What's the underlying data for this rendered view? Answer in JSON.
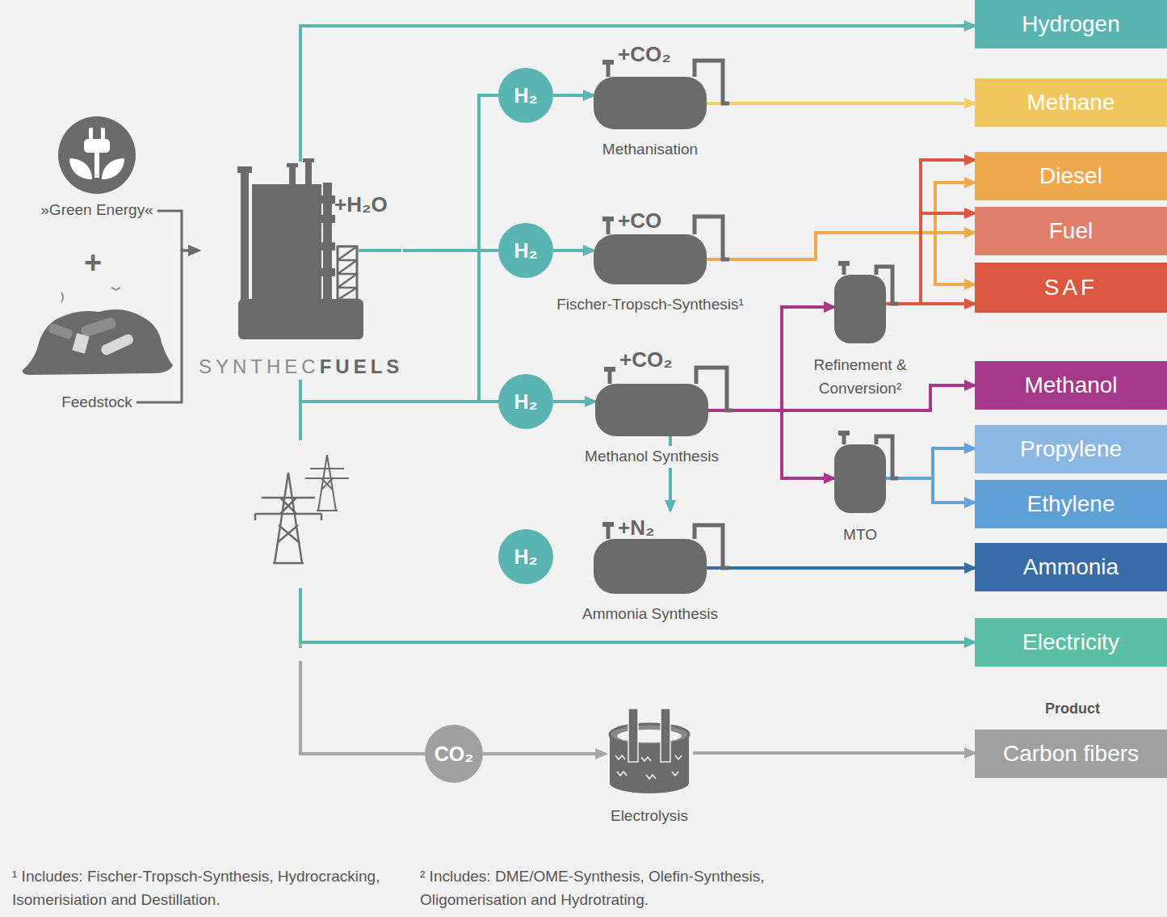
{
  "diagram": {
    "nodes": [
      {
        "text": [
          "»Green Energy«"
        ]
      },
      {
        "text": [
          "Feedstock"
        ]
      },
      {
        "text": [
          "+H₂O",
          "SYNTHEC",
          "FUELS"
        ]
      },
      {
        "text": [
          "Hydrogen"
        ]
      },
      {
        "text": [
          "H₂"
        ]
      },
      {
        "text": [
          "+CO₂",
          "Methanisation"
        ]
      },
      {
        "text": [
          "Methane"
        ]
      },
      {
        "text": [
          "H₂"
        ]
      },
      {
        "text": [
          "+CO",
          "Fischer-Tropsch-Synthesis¹"
        ]
      },
      {
        "text": [
          "Diesel"
        ]
      },
      {
        "text": [
          "Fuel"
        ]
      },
      {
        "text": [
          "SAF"
        ]
      },
      {
        "text": [
          "Refinement & Conversion²"
        ]
      },
      {
        "text": [
          "H₂"
        ]
      },
      {
        "text": [
          "+CO₂",
          "Methanol Synthesis"
        ]
      },
      {
        "text": [
          "Methanol"
        ]
      },
      {
        "text": [
          "Propylene"
        ]
      },
      {
        "text": [
          "MTO"
        ]
      },
      {
        "text": [
          "Ethylene"
        ]
      },
      {
        "text": [
          "H₂"
        ]
      },
      {
        "text": [
          "+N₂",
          "Ammonia Synthesis"
        ]
      },
      {
        "text": [
          "Ammonia"
        ]
      },
      {
        "text": [
          "Electricity"
        ]
      },
      {
        "text": [
          "CO₂"
        ]
      },
      {
        "text": [
          "Electrolysis"
        ]
      },
      {
        "text": [
          "Carbon fibers"
        ]
      }
    ],
    "edges": [
      {
        "from": 2,
        "to": 23,
        "arrow": "none"
      },
      {
        "from": 23,
        "to": 24,
        "arrow": "to"
      },
      {
        "from": 24,
        "to": 25,
        "arrow": "to"
      },
      {
        "from": 0,
        "to": 2,
        "arrow": "to"
      },
      {
        "from": 1,
        "to": 2,
        "arrow": "to"
      },
      {
        "from": 2,
        "to": 3,
        "arrow": "to"
      },
      {
        "from": 2,
        "to": 4,
        "arrow": "none"
      },
      {
        "from": 2,
        "to": 7,
        "arrow": "none"
      },
      {
        "from": 2,
        "to": 13,
        "arrow": "none"
      },
      {
        "from": 2,
        "to": 22,
        "arrow": "to"
      },
      {
        "from": 4,
        "to": 5,
        "arrow": "to"
      },
      {
        "from": 5,
        "to": 6,
        "arrow": "to"
      },
      {
        "from": 7,
        "to": 8,
        "arrow": "to"
      },
      {
        "from": 8,
        "to": 9,
        "arrow": "to"
      },
      {
        "from": 8,
        "to": 10,
        "arrow": "to"
      },
      {
        "from": 8,
        "to": 11,
        "arrow": "to"
      },
      {
        "from": 13,
        "to": 14,
        "arrow": "to"
      },
      {
        "from": 13,
        "to": 20,
        "arrow": "to"
      },
      {
        "from": 14,
        "to": 15,
        "arrow": "to"
      },
      {
        "from": 14,
        "to": 12,
        "arrow": "to"
      },
      {
        "from": 14,
        "to": 17,
        "arrow": "to"
      },
      {
        "from": 12,
        "to": 9,
        "arrow": "to"
      },
      {
        "from": 12,
        "to": 10,
        "arrow": "to"
      },
      {
        "from": 12,
        "to": 11,
        "arrow": "to"
      },
      {
        "from": 17,
        "to": 16,
        "arrow": "to"
      },
      {
        "from": 17,
        "to": 18,
        "arrow": "to"
      },
      {
        "from": 20,
        "to": 21,
        "arrow": "to"
      }
    ],
    "labels": [
      "+",
      "Product",
      "¹ Includes: Fischer-Tropsch-Synthesis, Hydrocracking, Isomerisiation and Destillation.",
      "² Includes: DME/OME-Synthesis, Olefin-Synthesis, Oligomerisation and Hydrotrating."
    ]
  }
}
